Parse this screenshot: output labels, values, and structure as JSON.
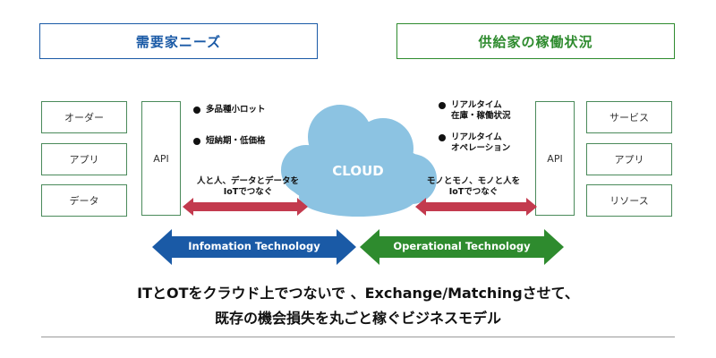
{
  "headers": {
    "left": "需要家ニーズ",
    "right": "供給家の稼働状況"
  },
  "left_stack": [
    "オーダー",
    "アプリ",
    "データ"
  ],
  "right_stack": [
    "サービス",
    "アプリ",
    "リソース"
  ],
  "api_label": "API",
  "left_bullets": [
    "多品種小ロット",
    "短納期・低価格"
  ],
  "right_bullets": [
    [
      "リアルタイム",
      "在庫・稼働状況"
    ],
    [
      "リアルタイム",
      "オペレーション"
    ]
  ],
  "cloud_label": "CLOUD",
  "left_connection": [
    "人と人、データとデータを",
    "IoTでつなぐ"
  ],
  "right_connection": [
    "モノとモノ、モノと人を",
    "IoTでつなぐ"
  ],
  "it_label": "Infomation Technology",
  "ot_label": "Operational Technology",
  "bottom_lines": [
    "ITとOTをクラウド上でつないで 、Exchange/Matchingさせて、",
    "既存の機会損失を丸ごと稼ぐビジネスモデル"
  ],
  "colors": {
    "blue": "#1a5aa6",
    "green": "#2e8b2e",
    "cloud": "#8cc3e2",
    "connector": "#c33a4e"
  },
  "icons": {
    "bullet": "bullet-dot-icon",
    "cloud": "cloud-icon",
    "double_arrow": "double-arrow-icon"
  }
}
